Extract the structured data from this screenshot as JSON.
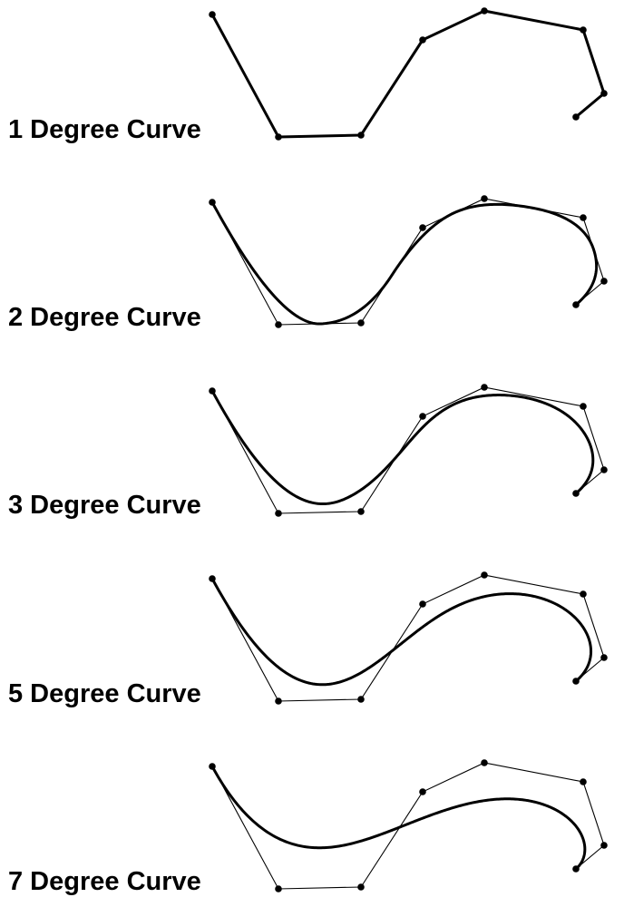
{
  "panels": [
    {
      "label": "1 Degree Curve",
      "degree": 1
    },
    {
      "label": "2 Degree Curve",
      "degree": 2
    },
    {
      "label": "3 Degree Curve",
      "degree": 3
    },
    {
      "label": "5 Degree Curve",
      "degree": 5
    },
    {
      "label": "7 Degree Curve",
      "degree": 7
    }
  ]
}
